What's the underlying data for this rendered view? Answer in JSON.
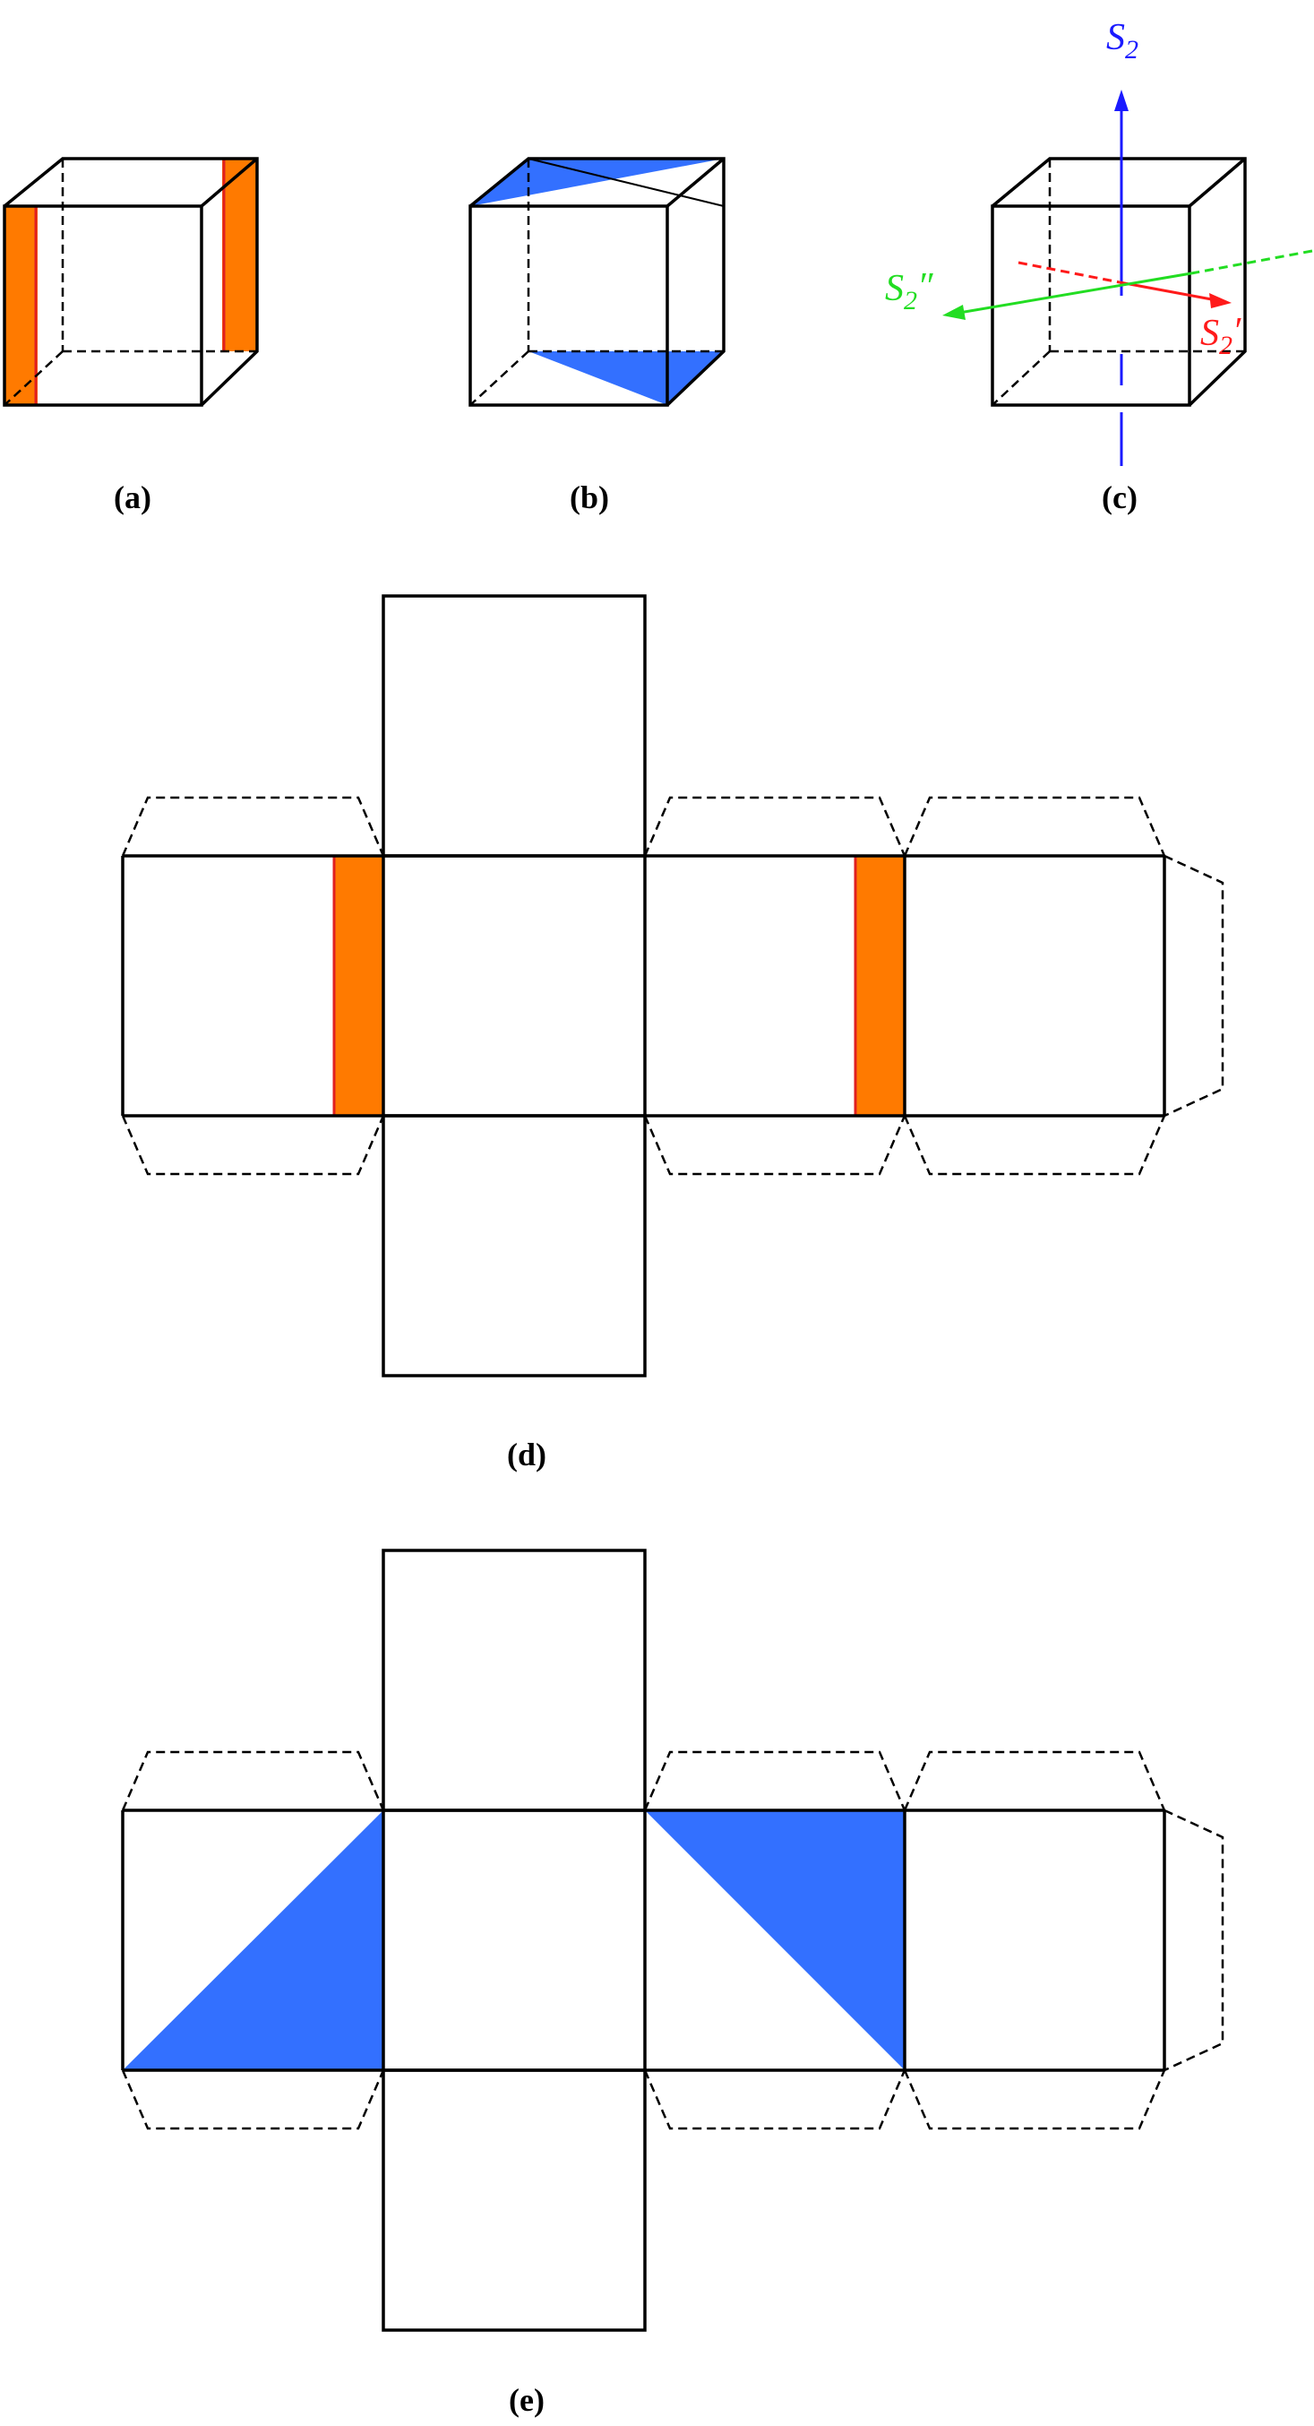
{
  "panels": {
    "a": {
      "label": "(a)"
    },
    "b": {
      "label": "(b)"
    },
    "c": {
      "label": "(c)"
    },
    "d": {
      "label": "(d)"
    },
    "e": {
      "label": "(e)"
    }
  },
  "axes": {
    "s2": {
      "base": "S",
      "sub": "2",
      "prime": "",
      "color": "#1a1aff"
    },
    "s2p": {
      "base": "S",
      "sub": "2",
      "prime": "′",
      "color": "#ff1a1a"
    },
    "s2pp": {
      "base": "S",
      "sub": "2",
      "prime": "″",
      "color": "#22dd22"
    }
  },
  "colors": {
    "orange": "#ff7a00",
    "orange_edge": "#e02020",
    "blue": "#3370ff",
    "line": "#000000"
  }
}
